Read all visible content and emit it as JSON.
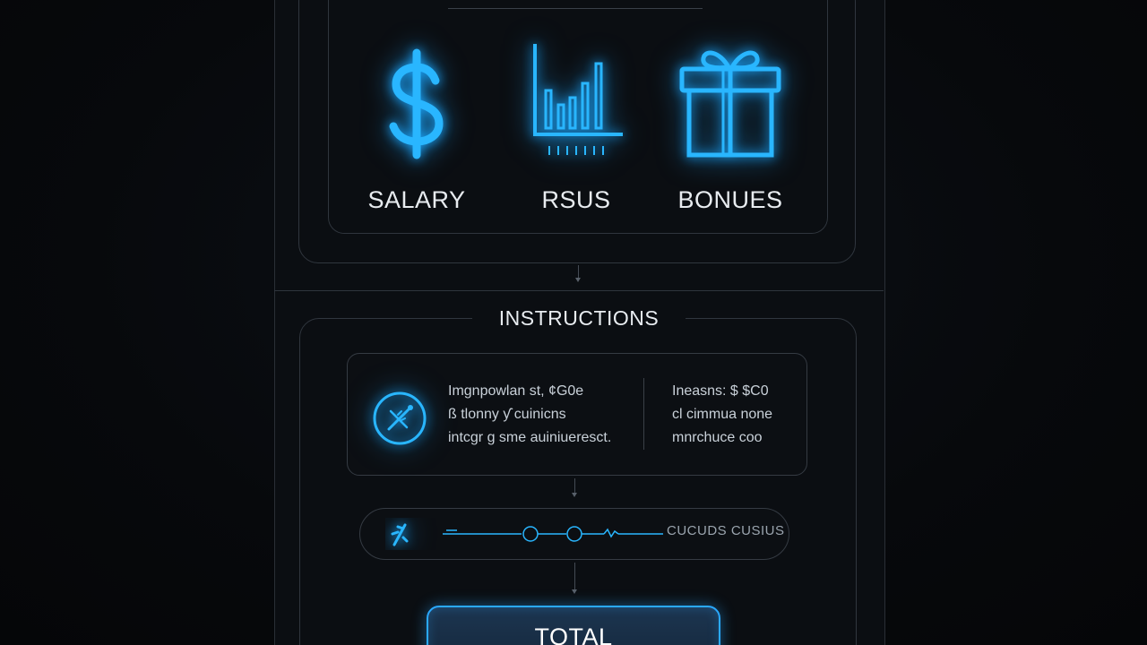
{
  "compensation": {
    "items": [
      {
        "label": "SALARY",
        "icon": "dollar-sign-icon"
      },
      {
        "label": "RSUS",
        "icon": "bar-chart-icon"
      },
      {
        "label": "BONUES",
        "icon": "gift-icon"
      }
    ]
  },
  "instructions": {
    "title": "INSTRUCTIONS",
    "icon": "instructions-icon",
    "left_lines": [
      "Imgnpowlan st, ¢G0e",
      "ß tlonny ƴ cuinicns",
      "intcgr g sme auiniueresct."
    ],
    "right_lines": [
      "Ineasns: $ $C0",
      "cl cimmua none",
      "mnrchuce coo"
    ]
  },
  "flow": {
    "label": "CUCUDS CUSIUS",
    "icons": [
      "wand-icon",
      "node-icon",
      "node-icon"
    ]
  },
  "total": {
    "label": "TOTAL"
  },
  "colors": {
    "accent": "#1aa7ff",
    "background": "#07090c",
    "panel": "#0b0e12",
    "text": "#e8ecf0"
  }
}
